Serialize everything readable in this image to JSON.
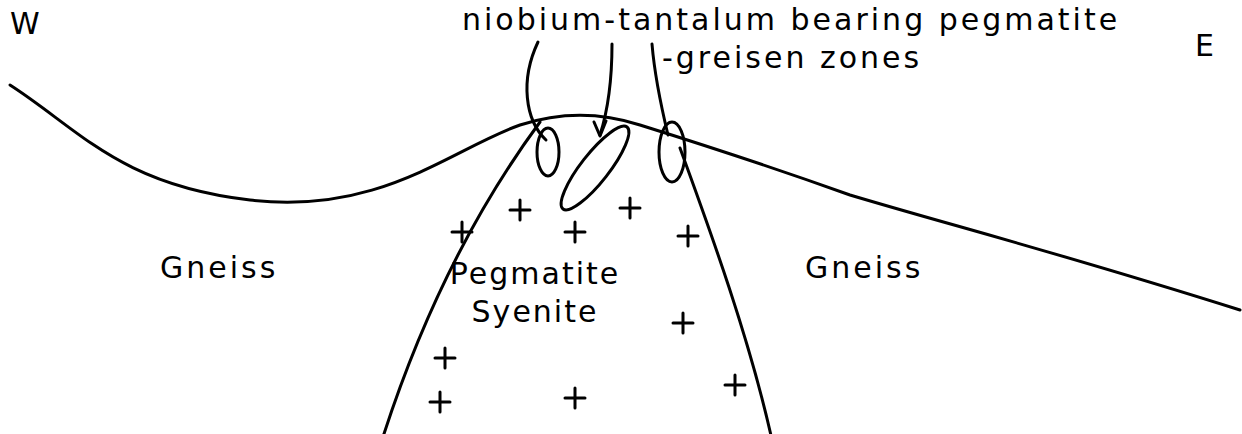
{
  "diagram": {
    "nodes": [
      {
        "text": [
          "Pegmatite Syenite"
        ]
      }
    ],
    "labels": [
      "W",
      "E",
      "niobium-tantalum bearing pegmatite",
      "-greisen zones",
      "Gneiss",
      "Gneiss"
    ]
  }
}
